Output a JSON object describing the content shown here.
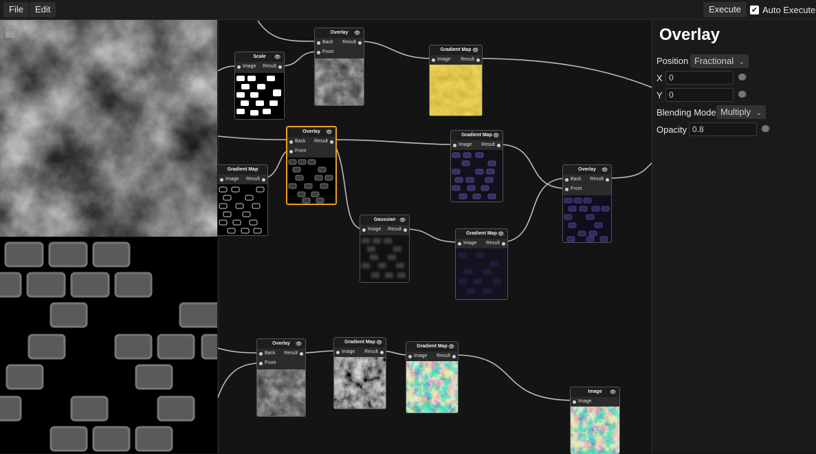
{
  "menu": {
    "file": "File",
    "edit": "Edit",
    "execute": "Execute",
    "auto_execute": "Auto Execute",
    "auto_execute_checked": "✔"
  },
  "nodes": {
    "overlay_top": {
      "title": "Overlay",
      "back": "Back",
      "result": "Result",
      "front": "Front"
    },
    "scale": {
      "title": "Scale",
      "image": "Image",
      "result": "Result"
    },
    "gradient_yellow": {
      "title": "Gradient Map",
      "image": "Image",
      "result": "Result"
    },
    "overlay_sel": {
      "title": "Overlay",
      "back": "Back",
      "result": "Result",
      "front": "Front"
    },
    "gradient_left": {
      "title": "Gradient Map",
      "image": "Image",
      "result": "Result"
    },
    "gradient_purple1": {
      "title": "Gradient Map",
      "image": "Image",
      "result": "Result"
    },
    "overlay_right": {
      "title": "Overlay",
      "back": "Back",
      "result": "Result",
      "front": "Front"
    },
    "gaussian": {
      "title": "Gaussian",
      "image": "Image",
      "result": "Result"
    },
    "gradient_purple2": {
      "title": "Gradient Map",
      "image": "Image",
      "result": "Result"
    },
    "overlay_bottom": {
      "title": "Overlay",
      "back": "Back",
      "result": "Result",
      "front": "Front"
    },
    "gradient_gray": {
      "title": "Gradient Map",
      "image": "Image",
      "result": "Result"
    },
    "gradient_map_terrain": {
      "title": "Gradient Map",
      "image": "Image",
      "result": "Result"
    },
    "image_out": {
      "title": "Image",
      "image": "Image"
    }
  },
  "props": {
    "title": "Overlay",
    "position_label": "Position",
    "position_value": "Fractional",
    "x_label": "X",
    "x_value": "0",
    "y_label": "Y",
    "y_value": "0",
    "blend_label": "Blending Mode",
    "blend_value": "Multiply",
    "opacity_label": "Opacity",
    "opacity_value": "0.8"
  },
  "icons": {
    "eye": "eye-icon",
    "lock": "lock-icon",
    "chevron": "chevron-down-icon"
  },
  "colors": {
    "selected": "#f0a020",
    "panel": "#1a1a1a",
    "canvas": "#141414"
  }
}
